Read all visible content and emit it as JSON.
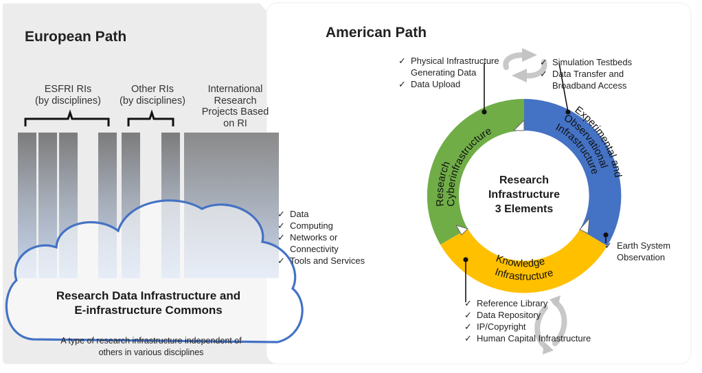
{
  "european": {
    "title": "European Path",
    "groups": [
      {
        "label_line1": "ESFRI RIs",
        "label_line2": "(by disciplines)"
      },
      {
        "label_line1": "Other RIs",
        "label_line2": "(by disciplines)"
      }
    ],
    "international": [
      "International",
      "Research",
      "Projects Based",
      "on RI"
    ],
    "cloud_title_line1": "Research Data Infrastructure and",
    "cloud_title_line2": "E-infrastructure Commons",
    "checklist": [
      "Data",
      "Computing",
      "Networks or",
      "Connectivity",
      "Tools and Services"
    ],
    "caption_line1": "A type of research infrastructure independent of",
    "caption_line2": "others in various disciplines"
  },
  "american": {
    "title": "American Path",
    "check_mark": "✓",
    "top_left": [
      "Physical Infrastructure",
      "Generating Data",
      "Data Upload"
    ],
    "top_right": [
      "Simulation Testbeds",
      "Data Transfer and",
      "Broadband Access"
    ],
    "right": [
      "Earth System",
      "Observation"
    ],
    "bottom": [
      "Reference Library",
      "Data Repository",
      "IP/Copyright",
      "Human Capital Infrastructure"
    ],
    "center_line1": "Research",
    "center_line2": "Infrastructure",
    "center_line3": "3 Elements",
    "segments": {
      "green_line1": "Research",
      "green_line2": "Cyberinfrastructure",
      "blue_line1": "Experimental and",
      "blue_line2": "Observational",
      "blue_line3": "Infrastructure",
      "yellow_line1": "Knowledge",
      "yellow_line2": "Infrastructure"
    }
  },
  "colors": {
    "green": "#70ad47",
    "blue": "#4472c4",
    "yellow": "#ffc000",
    "cloud_stroke": "#4472c4",
    "left_panel": "#ececec"
  }
}
